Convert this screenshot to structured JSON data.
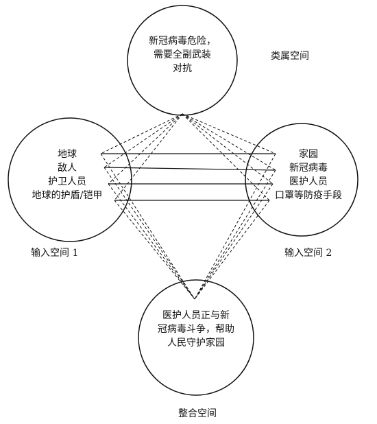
{
  "generic_space": {
    "label": "类属空间",
    "lines": [
      "新冠病毒危险，",
      "需要全副武装",
      "对抗"
    ]
  },
  "input_space_1": {
    "label": "输入空间 1",
    "items": [
      "地球",
      "敌人",
      "护卫人员",
      "地球的护盾/铠甲"
    ]
  },
  "input_space_2": {
    "label": "输入空间 2",
    "items": [
      "家园",
      "新冠病毒",
      "医护人员",
      "口罩等防疫手段"
    ]
  },
  "blended_space": {
    "label": "整合空间",
    "lines": [
      "医护人员正与新",
      "冠病毒斗争，帮助",
      "人民守护家园"
    ]
  },
  "colors": {
    "stroke": "#111111",
    "background": "#ffffff"
  }
}
